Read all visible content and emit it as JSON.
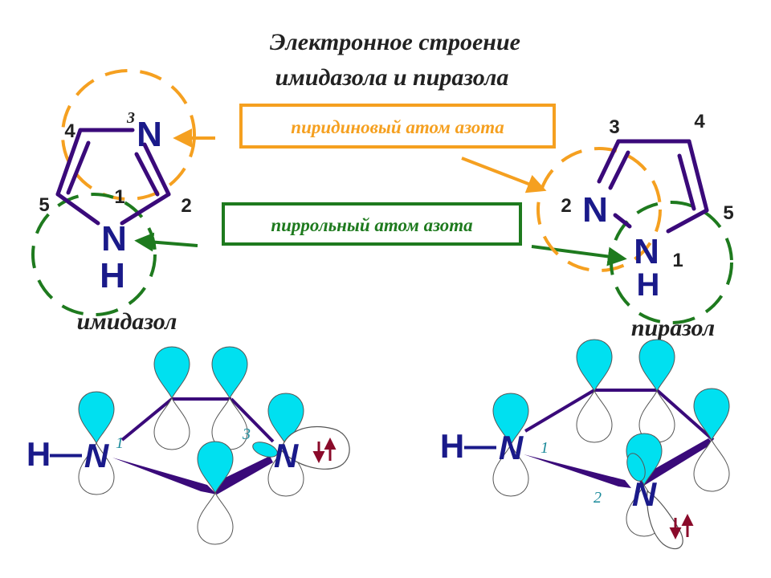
{
  "title": {
    "line1": "Электронное строение",
    "line2": "имидазола и пиразола"
  },
  "labels": {
    "pyridine_nitrogen": "пиридиновый атом азота",
    "pyrrole_nitrogen": "пиррольный атом азота"
  },
  "imidazole": {
    "name": "имидазол",
    "atom_N": "N",
    "atom_H": "H",
    "num_1": "1",
    "num_2": "2",
    "num_3": "3",
    "num_4": "4",
    "num_5": "5"
  },
  "pyrazole": {
    "name": "пиразол",
    "atom_N": "N",
    "atom_H": "H",
    "num_1": "1",
    "num_2": "2",
    "num_3": "3",
    "num_4": "4",
    "num_5": "5"
  },
  "orbital_imidazole": {
    "atom_H": "H",
    "bond": "—",
    "atom_N": "N",
    "num_1": "1",
    "num_3": "3"
  },
  "orbital_pyrazole": {
    "atom_H": "H",
    "bond": "—",
    "atom_N": "N",
    "num_1": "1",
    "num_2": "2"
  },
  "colors": {
    "ring": "#3a0a7a",
    "atom": "#1a1a8a",
    "orange": "#f5a020",
    "green": "#1e7a1e",
    "orbital": "#00e0f0",
    "number_teal": "#1a8a9a",
    "arrow_red": "#8a0a2a"
  }
}
